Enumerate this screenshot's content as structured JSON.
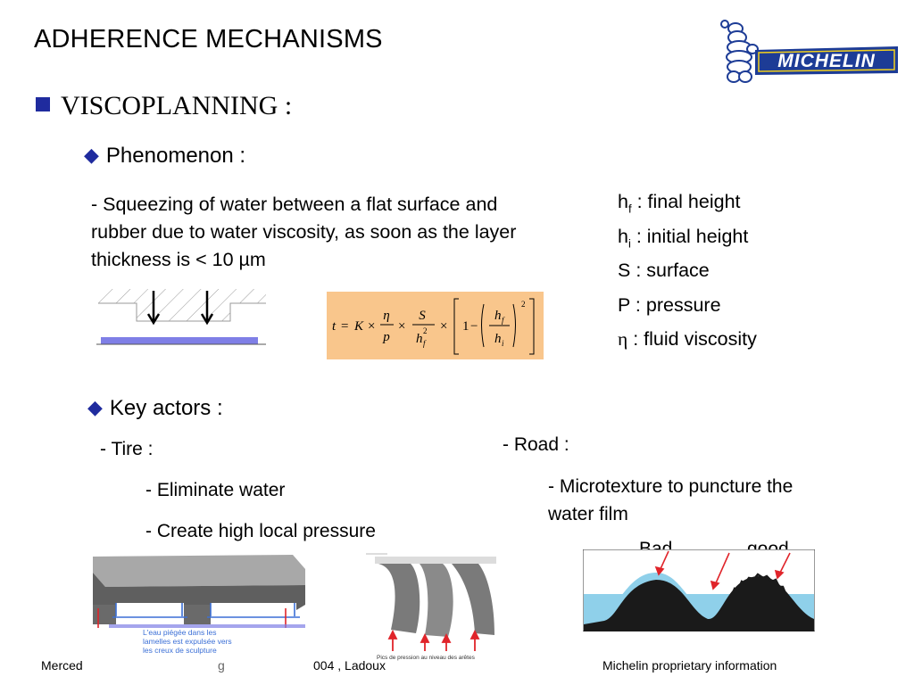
{
  "slide": {
    "title": "ADHERENCE MECHANISMS",
    "section": "VISCOPLANNING :",
    "phenomenon_heading": "Phenomenon :",
    "phenomenon_text": "- Squeezing of water between a flat surface and rubber due to water viscosity, as soon as the layer thickness is < 10 µm",
    "definitions": [
      {
        "symbol": "h",
        "sub": "f",
        "text": " : final height"
      },
      {
        "symbol": "h",
        "sub": "i",
        "text": " : initial height"
      },
      {
        "symbol": "S",
        "sub": "",
        "text": " : surface"
      },
      {
        "symbol": "P",
        "sub": "",
        "text": " : pressure"
      },
      {
        "symbol": "η",
        "sub": "",
        "text": " : fluid viscosity"
      }
    ],
    "formula": {
      "t": "t",
      "eq": "=",
      "K": "K",
      "times": "×",
      "eta": "η",
      "p": "p",
      "S": "S",
      "h": "h",
      "sub_f": "f",
      "sub_i": "i",
      "sq": "2",
      "one": "1",
      "minus": "−"
    },
    "key_actors_heading": "Key actors :",
    "tire_label": "- Tire :",
    "tire_points": [
      "- Eliminate water",
      "- Create high local pressure"
    ],
    "road_label": "- Road :",
    "road_point_line1": "- Microtexture to puncture the",
    "road_point_line2": "water film",
    "bad_label": "Bad",
    "good_label": "good",
    "tire_img_caption_lines": [
      "L'eau piégée dans les",
      "lamelles est expulsée vers",
      "les creux de sculpture"
    ],
    "pressure_img_caption": "Pics de pression au niveau des arêtes",
    "footer_left": "Merced",
    "footer_mid_fragment": "g",
    "footer_mid": "004 , Ladoux",
    "footer_right": "Michelin proprietary information"
  },
  "logo": {
    "brand": "MICHELIN"
  },
  "colors": {
    "bullet_blue": "#1f2b9e",
    "formula_bg": "#f9c68c",
    "water_blue": "#8fd0ea",
    "rubber_blue": "#7f7fe6",
    "arrow_red": "#e0242a",
    "logo_blue": "#1d3c96"
  },
  "icons": [
    "square-bullet-icon",
    "diamond-bullet-icon",
    "michelin-logo"
  ]
}
